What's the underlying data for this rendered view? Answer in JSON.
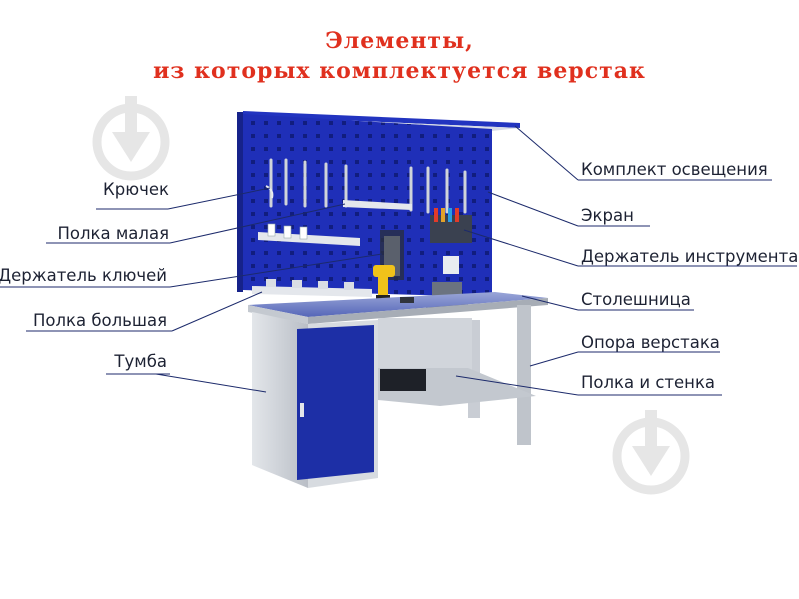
{
  "title": {
    "line1": "Элементы,",
    "line2": "из которых комплектуется верстак"
  },
  "labels_left": [
    {
      "key": "hook",
      "text": "Крючек"
    },
    {
      "key": "small-shelf",
      "text": "Полка малая"
    },
    {
      "key": "key-holder",
      "text": "Держатель ключей"
    },
    {
      "key": "large-shelf",
      "text": "Полка большая"
    },
    {
      "key": "cabinet",
      "text": "Тумба"
    }
  ],
  "labels_right": [
    {
      "key": "lighting",
      "text": "Комплект освещения"
    },
    {
      "key": "screen",
      "text": "Экран"
    },
    {
      "key": "tool-holder",
      "text": "Держатель инструмента"
    },
    {
      "key": "tabletop",
      "text": "Столешница"
    },
    {
      "key": "support",
      "text": "Опора верстака"
    },
    {
      "key": "shelf-wall",
      "text": "Полка и стенка"
    }
  ],
  "colors": {
    "title": "#e0301e",
    "panel": "#1f2fb8",
    "cabinet_door": "#1d2fa6",
    "steel": "#c9cdd4",
    "leader": "#1c2a6b"
  },
  "watermark_icon": "download-drop-icon"
}
